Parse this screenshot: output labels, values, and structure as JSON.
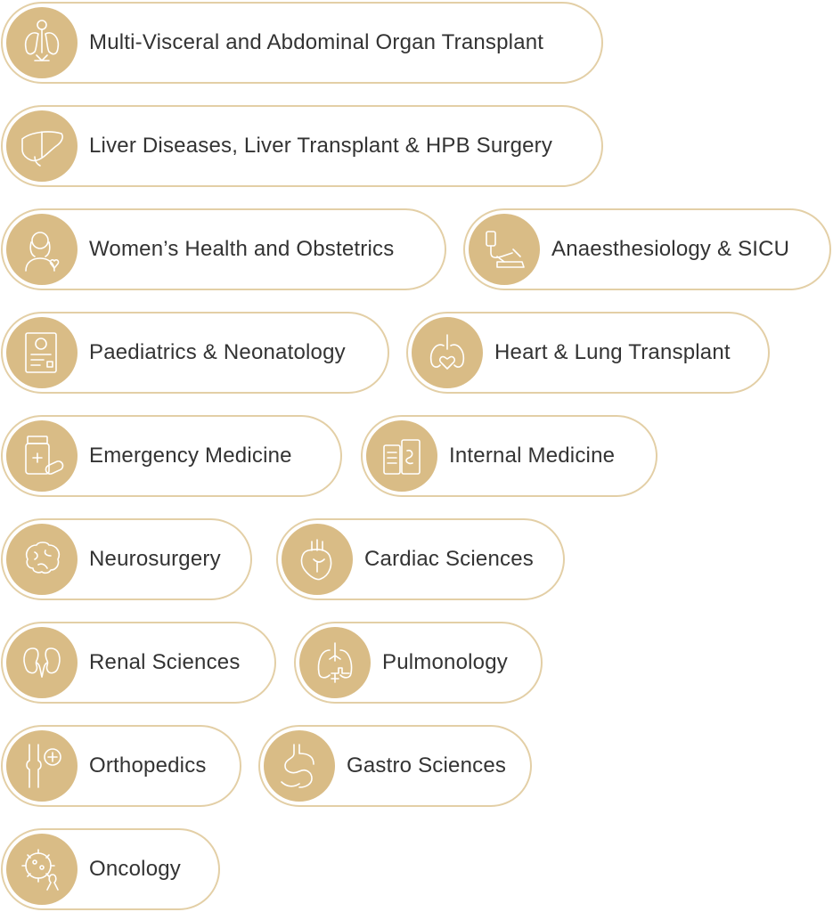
{
  "accent_color": "#D9BC86",
  "border_color": "#E3CFA6",
  "text_color": "#333333",
  "specialties": [
    {
      "label": "Multi-Visceral and Abdominal Organ Transplant",
      "icon": "organs-icon"
    },
    {
      "label": "Liver Diseases, Liver Transplant & HPB Surgery",
      "icon": "liver-icon"
    },
    {
      "label": "Women’s Health and Obstetrics",
      "icon": "woman-heart-icon"
    },
    {
      "label": "Anaesthesiology & SICU",
      "icon": "iv-drip-icon"
    },
    {
      "label": "Paediatrics & Neonatology",
      "icon": "baby-chart-icon"
    },
    {
      "label": "Heart & Lung Transplant",
      "icon": "heart-lung-icon"
    },
    {
      "label": "Emergency Medicine",
      "icon": "medicine-bottle-icon"
    },
    {
      "label": "Internal Medicine",
      "icon": "medicine-box-icon"
    },
    {
      "label": "Neurosurgery",
      "icon": "brain-icon"
    },
    {
      "label": "Cardiac Sciences",
      "icon": "anatomical-heart-icon"
    },
    {
      "label": "Renal Sciences",
      "icon": "kidneys-icon"
    },
    {
      "label": "Pulmonology",
      "icon": "lungs-icon"
    },
    {
      "label": "Orthopedics",
      "icon": "knee-bone-icon"
    },
    {
      "label": "Gastro Sciences",
      "icon": "stomach-icon"
    },
    {
      "label": "Oncology",
      "icon": "cancer-ribbon-icon"
    }
  ]
}
